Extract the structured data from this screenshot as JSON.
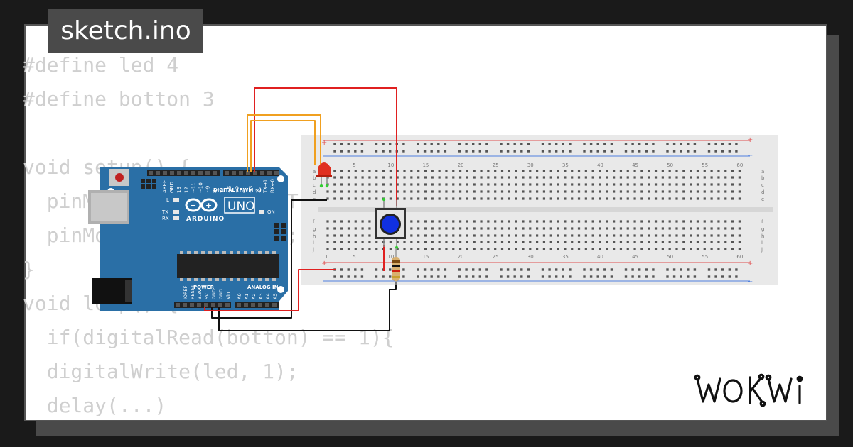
{
  "project": {
    "filename": "sketch.ino",
    "brand": "WOKWI"
  },
  "code_lines": [
    "#define led 4",
    "#define botton 3",
    "",
    "void setup() {",
    "  pinMode(botton, INPUT);",
    "  pinMode(led, OUTPUT);",
    "}",
    "void loop() {",
    "  if(digitalRead(botton) == 1){",
    "  digitalWrite(led, 1);",
    "  delay(...)"
  ],
  "board": {
    "logo_text": "UNO",
    "brand_text": "ARDUINO",
    "digital_label": "DIGITAL (PWM ~)",
    "power_label": "POWER",
    "analog_label": "ANALOG IN",
    "on_label": "ON",
    "l_label": "L",
    "tx_label": "TX",
    "rx_label": "RX",
    "top_pins": [
      "AREF",
      "GND",
      "13",
      "12",
      "~11",
      "~10",
      "~9",
      "8",
      "7",
      "~6",
      "~5",
      "4",
      "~3",
      "2",
      "TX→1",
      "RX←0"
    ],
    "power_pins": [
      "IOREF",
      "RESET",
      "3.3V",
      "5V",
      "GND",
      "GND",
      "Vin"
    ],
    "analog_pins": [
      "A0",
      "A1",
      "A2",
      "A3",
      "A4",
      "A5"
    ]
  },
  "breadboard": {
    "column_numbers": [
      "1",
      "5",
      "10",
      "15",
      "20",
      "25",
      "30",
      "35",
      "40",
      "45",
      "50",
      "55",
      "60"
    ],
    "top_rows": [
      "a",
      "b",
      "c",
      "d",
      "e"
    ],
    "bottom_rows": [
      "f",
      "g",
      "h",
      "i",
      "j"
    ],
    "plus": "+",
    "minus": "−"
  },
  "colors": {
    "board": "#2a6fa6",
    "wire_red": "#e02020",
    "wire_orange": "#f0a020",
    "wire_black": "#111111",
    "button_cap": "#1030e0",
    "led": "#e03020",
    "code_text": "#cfcfcf",
    "title_bg": "#4a4a4a"
  }
}
